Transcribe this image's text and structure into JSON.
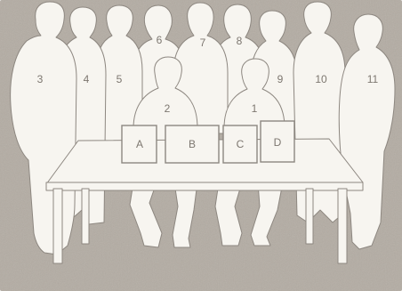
{
  "colors": {
    "background": "#b3aca3",
    "figure_fill": "#f7f5f0",
    "outline": "#8d8780",
    "label": "#7d7770"
  },
  "people": [
    {
      "label": "1"
    },
    {
      "label": "2"
    },
    {
      "label": "3"
    },
    {
      "label": "4"
    },
    {
      "label": "5"
    },
    {
      "label": "6"
    },
    {
      "label": "7"
    },
    {
      "label": "8"
    },
    {
      "label": "9"
    },
    {
      "label": "10"
    },
    {
      "label": "11"
    }
  ],
  "cards": [
    {
      "label": "A"
    },
    {
      "label": "B"
    },
    {
      "label": "C"
    },
    {
      "label": "D"
    }
  ]
}
